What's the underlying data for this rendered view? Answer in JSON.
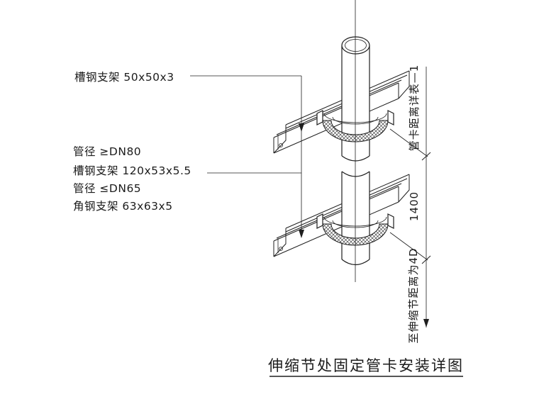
{
  "drawing": {
    "title": "伸缩节处固定管卡安装详图",
    "callouts": {
      "upper_bracket": "槽钢支架 50x50x3",
      "pipe_large": "管径 ≥DN80",
      "channel_bracket": "槽钢支架 120x53x5.5",
      "pipe_small": "管径 ≤DN65",
      "angle_bracket": "角钢支架 63x63x5"
    },
    "dimensions": {
      "clamp_spacing": "管卡距离详表—1",
      "vertical_span": "1400",
      "expansion_joint": "至伸缩节距离为4D"
    },
    "colors": {
      "line": "#1f1f1f",
      "background": "#ffffff"
    }
  }
}
